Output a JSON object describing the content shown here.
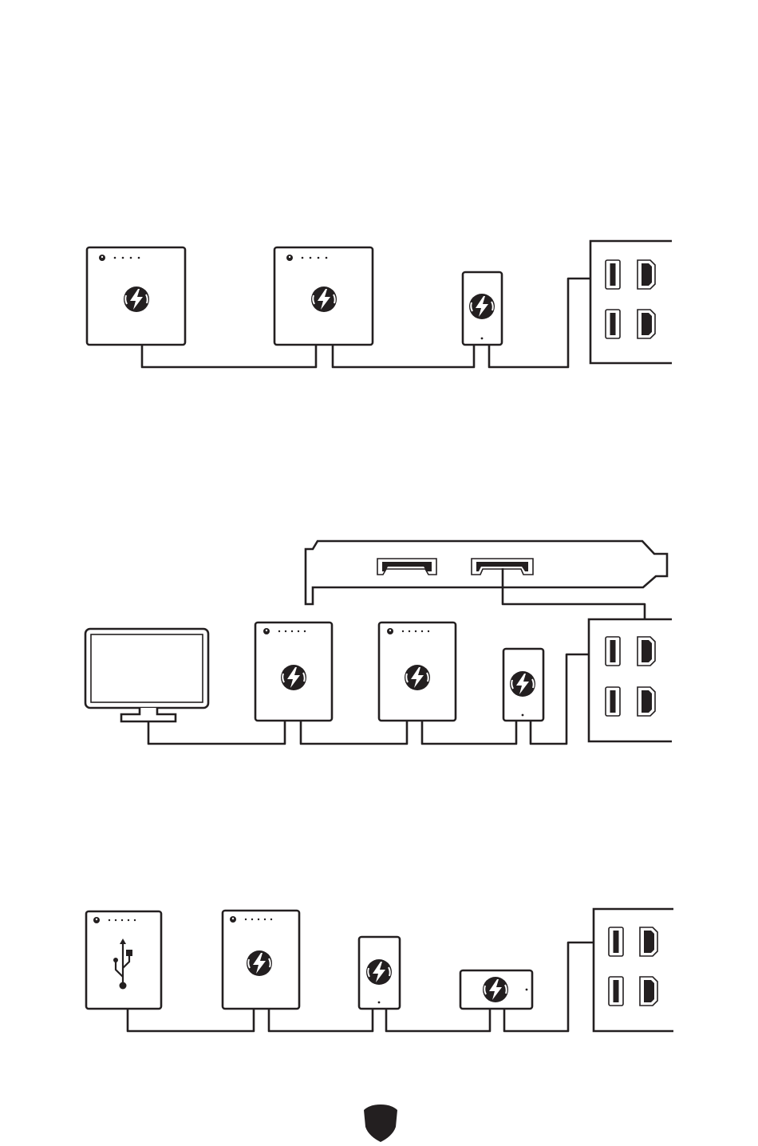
{
  "page": {
    "title": ""
  },
  "colors": {
    "ink": "#231f20",
    "background": "#ffffff"
  },
  "icons": {
    "thunderbolt": "thunderbolt-icon",
    "usb": "usb-icon",
    "power": "power-led-icon",
    "badge": "shield-icon"
  },
  "diagrams": [
    {
      "name": "daisy-chain-storage",
      "devices": [
        "thunderbolt-device",
        "thunderbolt-device",
        "thunderbolt-dongle"
      ],
      "host": "rear-io-panel"
    },
    {
      "name": "daisy-chain-display",
      "devices": [
        "monitor",
        "thunderbolt-device",
        "thunderbolt-device",
        "thunderbolt-dongle"
      ],
      "host": "rear-io-panel",
      "card": "graphics-card-bracket"
    },
    {
      "name": "daisy-chain-usb",
      "devices": [
        "usb-device",
        "thunderbolt-device",
        "thunderbolt-dongle",
        "thunderbolt-adapter"
      ],
      "host": "rear-io-panel"
    }
  ]
}
